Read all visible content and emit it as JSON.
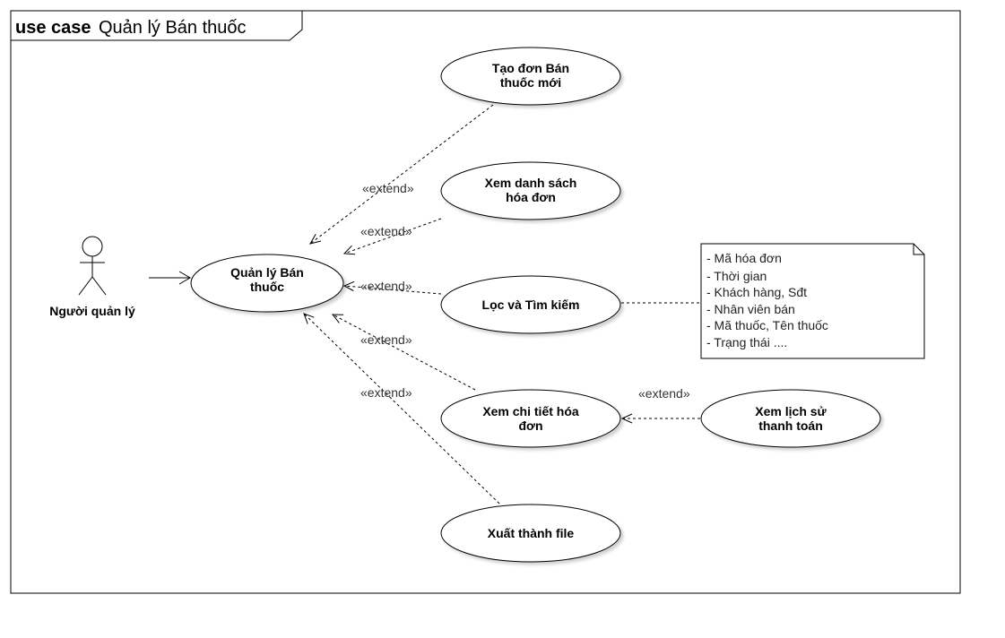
{
  "frame": {
    "keyword": "use case",
    "name": "Quản lý  Bán thuốc"
  },
  "actor": {
    "name": "Người quản lý"
  },
  "use_cases": {
    "main": [
      "Quản lý Bán",
      "thuốc"
    ],
    "create": [
      "Tạo đơn Bán",
      "thuốc mới"
    ],
    "list": [
      "Xem danh sách",
      "hóa đơn"
    ],
    "filter": [
      "Lọc và Tìm kiếm"
    ],
    "detail": [
      "Xem chi tiết hóa",
      "đơn"
    ],
    "history": [
      "Xem lịch sử",
      "thanh toán"
    ],
    "export": [
      "Xuất thành file"
    ]
  },
  "relations": {
    "extend_label": "«extend»"
  },
  "note": {
    "lines": [
      "- Mã hóa đơn",
      "- Thời gian",
      "- Khách hàng, Sđt",
      "- Nhân viên bán",
      "- Mã thuốc, Tên thuốc",
      "- Trạng thái ...."
    ]
  }
}
